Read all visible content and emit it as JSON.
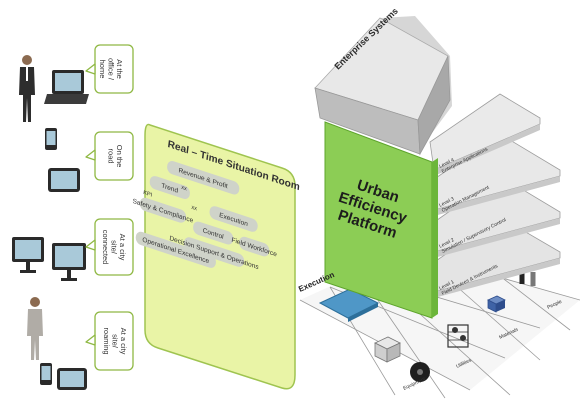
{
  "left_contexts": [
    {
      "id": "office",
      "label_lines": [
        "At the",
        "office /",
        "home"
      ]
    },
    {
      "id": "road",
      "label_lines": [
        "On the",
        "road"
      ]
    },
    {
      "id": "city-connected",
      "label_lines": [
        "At a city",
        "site/",
        "connected"
      ]
    },
    {
      "id": "city-roaming",
      "label_lines": [
        "At a city",
        "site/",
        "roaming"
      ]
    }
  ],
  "situation_room": {
    "title": "Real – Time Situation Room",
    "items": [
      "Revenue & Profit",
      "Trend",
      "KPI",
      "Execution",
      "Safety & Compliance",
      "Control",
      "Field Workforce",
      "Decision Support & Operations",
      "Operational Excellence"
    ],
    "small_labels": [
      "xx",
      "xx"
    ]
  },
  "stack": {
    "enterprise_title": "Enterprise Systems",
    "platform_lines": [
      "Urban",
      "Efficiency",
      "Platform"
    ],
    "levels": [
      {
        "label_lines": [
          "Level 4",
          "Enterprise Applications"
        ]
      },
      {
        "label_lines": [
          "Level 3",
          "Operation Management"
        ]
      },
      {
        "label_lines": [
          "Level 2",
          "Simulation / Supervisory Control"
        ]
      },
      {
        "label_lines": [
          "Level 1",
          "Field Devices & Instruments"
        ]
      }
    ]
  },
  "execution": {
    "label": "Execution",
    "categories": [
      "Equipment",
      "Utilities",
      "Materials",
      "People"
    ]
  },
  "colors": {
    "green_face": "#8ccd55",
    "green_light": "#bde089",
    "panel_fill": "#e9f4a6",
    "panel_border": "#9fc450",
    "pill_fill": "#cfd3c9",
    "slab_grey": "#dcdcdc",
    "bubble_border": "#8fb843"
  }
}
